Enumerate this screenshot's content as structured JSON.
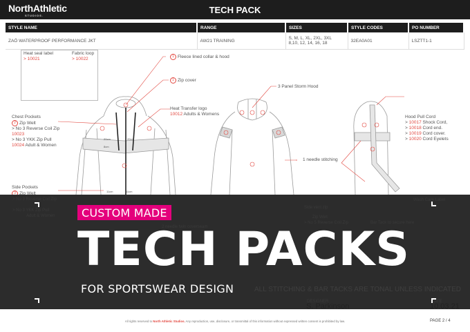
{
  "header": {
    "brand": "NorthAthletic",
    "brand_sub": "STUDIOS.",
    "title": "TECH PACK"
  },
  "spec_table": {
    "columns": [
      "STYLE NAME",
      "RANGE",
      "SIZES",
      "STYLE CODES",
      "PO NUMBER"
    ],
    "row": {
      "style_name": "ZAÖ WATERPROOF PERFORMANCE JKT",
      "range": "AW21 TRAINING",
      "sizes_line1": "S, M, L, XL, 2XL, 3XL",
      "sizes_line2": "8,10, 12, 14, 16, 18",
      "style_codes": "32EA0A01",
      "po_number": "LSZTT1-1"
    }
  },
  "callouts": {
    "heat_seal": {
      "label": "Heat seal label",
      "code": "> 10021"
    },
    "fabric_loop": {
      "label": "Fabric loop",
      "code": "> 10022"
    },
    "fleece": {
      "num": "1",
      "label": "Fleece lined collar & hood"
    },
    "zip_cover": {
      "num": "1",
      "label": "Zip cover"
    },
    "heat_transfer": {
      "label": "Heat Transfer logo",
      "code": "10012",
      "desc": "Adults & Womens"
    },
    "storm_hood": {
      "label": "3 Panel Storm Hood"
    },
    "chest_pockets": {
      "label": "Chest Pockets",
      "num": "2",
      "zip_welt": "Zip Welt",
      "line1": "> No 3 Reverse Coil Zip",
      "code1": "10023",
      "line2": "> No 3 YKK Zip Pull",
      "code2": "10024",
      "desc2": "Adult & Women"
    },
    "side_pockets": {
      "label": "Side Pockets",
      "num": "3",
      "zip_welt": "Zip Welt"
    },
    "needle": {
      "label": "1 needle stitching"
    },
    "hood_cord": {
      "label": "Hood Pull Cord",
      "items": [
        {
          "code": "10017",
          "desc": "Shock Cord,"
        },
        {
          "code": "10018",
          "desc": "Cord end."
        },
        {
          "code": "10019",
          "desc": "Cord cover."
        },
        {
          "code": "10020",
          "desc": "Cord Eyelets"
        }
      ]
    },
    "measurements": {
      "chest_w": "20cm",
      "band_h": "8cm",
      "pocket": "11cm"
    }
  },
  "ghost_text": {
    "reverse_coil": "> No 3 Reverse Coil Zip",
    "ykk": "> No 3 YKK Zip Pull",
    "adult": "Adult & Women",
    "coverseam": "2 needle twin coverseam",
    "side_vent": "Side vent zip",
    "zip_welt": "Zip Welt",
    "reverse5": "> No 5 Reverse Coil Zip",
    "bar_tack": "Bar Tack to secure here",
    "wash": "Wash Care Label",
    "designer_label": "DESIGNER",
    "date_label": "DATE"
  },
  "overlay": {
    "badge": "CUSTOM MADE",
    "headline": "TECH PACKS",
    "subheadline": "FOR SPORTSWEAR DESIGN",
    "badge_color": "#e4007c"
  },
  "notes": {
    "stitching": "ALL STITCHING & BAR TACKS ARE TONAL UNLESS INDICATED"
  },
  "footer": {
    "designer": "S. Parkinson",
    "date": "10.03.21",
    "legal_prefix": "All rights reserved to ",
    "legal_brand": "North Athletic Studios.",
    "legal_suffix": " Any reproduction, use, disclosure, or transmittal of this information without expressed written consent is prohibited by law.",
    "page": "PAGE 2 / 4"
  }
}
